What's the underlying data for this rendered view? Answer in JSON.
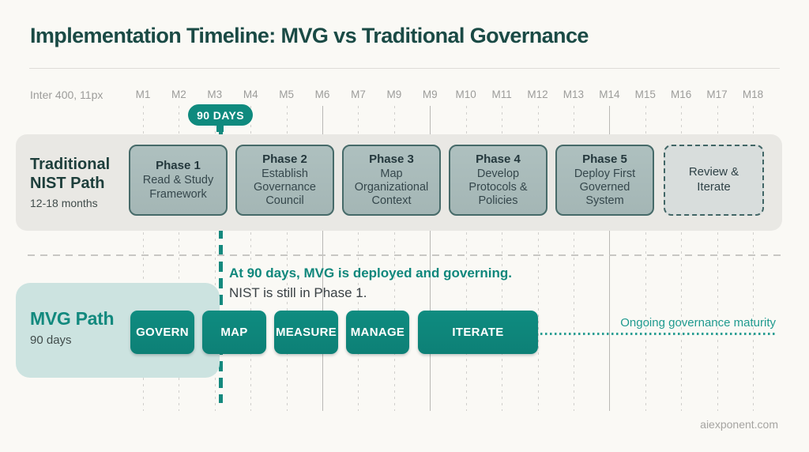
{
  "title": "Implementation Timeline: MVG vs Traditional Governance",
  "annotation": "Inter 400, 11px",
  "timeline": {
    "months": [
      {
        "label": "M1",
        "line": "dotted"
      },
      {
        "label": "M2",
        "line": "dotted"
      },
      {
        "label": "M3",
        "line": "dotted"
      },
      {
        "label": "M4",
        "line": "dotted"
      },
      {
        "label": "M5",
        "line": "dotted"
      },
      {
        "label": "M6",
        "line": "solid"
      },
      {
        "label": "M7",
        "line": "dotted"
      },
      {
        "label": "M9",
        "line": "dotted"
      },
      {
        "label": "M9",
        "line": "solid"
      },
      {
        "label": "M10",
        "line": "dotted"
      },
      {
        "label": "M11",
        "line": "dotted"
      },
      {
        "label": "M12",
        "line": "dotted"
      },
      {
        "label": "M13",
        "line": "dotted"
      },
      {
        "label": "M14",
        "line": "solid"
      },
      {
        "label": "M15",
        "line": "dotted"
      },
      {
        "label": "M16",
        "line": "dotted"
      },
      {
        "label": "M17",
        "line": "dotted"
      },
      {
        "label": "M18",
        "line": "dotted"
      }
    ]
  },
  "badge": {
    "label": "90 DAYS"
  },
  "traditional": {
    "title": "Traditional NIST Path",
    "subtitle": "12-18 months",
    "phases": [
      {
        "title": "Phase 1",
        "body": "Read & Study Framework"
      },
      {
        "title": "Phase 2",
        "body": "Establish Governance Council"
      },
      {
        "title": "Phase 3",
        "body": "Map Organizational Context"
      },
      {
        "title": "Phase 4",
        "body": "Develop Protocols & Policies"
      },
      {
        "title": "Phase 5",
        "body": "Deploy First Governed System"
      }
    ],
    "review_label": "Review & Iterate"
  },
  "callout": {
    "bold": "At 90 days, MVG is deployed and governing.",
    "regular": "NIST is still in Phase 1."
  },
  "mvg": {
    "title": "MVG Path",
    "subtitle": "90 days",
    "steps": [
      "GOVERN",
      "MAP",
      "MEASURE",
      "MANAGE",
      "ITERATE"
    ],
    "ongoing_label": "Ongoing governance maturity"
  },
  "footer": "aiexponent.com",
  "colors": {
    "accent": "#0e877c",
    "badge": "#0f8a7e",
    "background": "#faf9f5",
    "traditional_row_bg": "#e9e8e4",
    "phase_fill": "#a9bbba",
    "phase_border": "#466a69",
    "mvg_row_bg": "#cce3e0",
    "title_text": "#1a4a45",
    "muted_text": "#9c9c9a"
  }
}
